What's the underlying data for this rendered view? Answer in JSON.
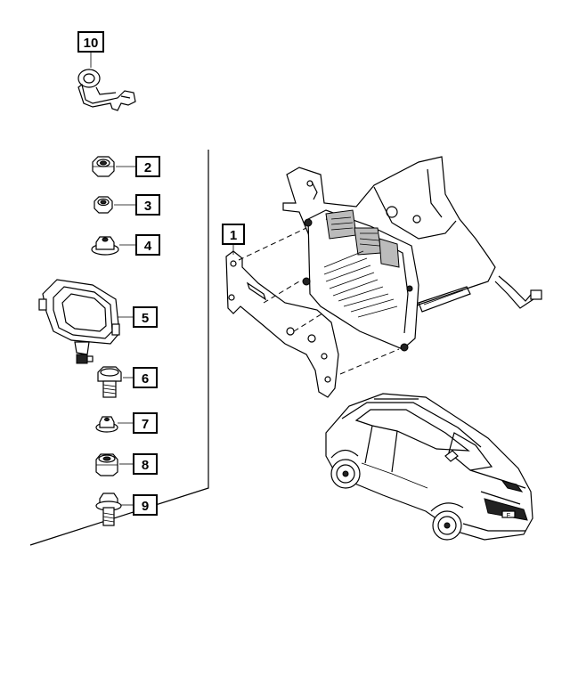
{
  "callouts": [
    {
      "id": "1",
      "label": "1"
    },
    {
      "id": "2",
      "label": "2"
    },
    {
      "id": "3",
      "label": "3"
    },
    {
      "id": "4",
      "label": "4"
    },
    {
      "id": "5",
      "label": "5"
    },
    {
      "id": "6",
      "label": "6"
    },
    {
      "id": "7",
      "label": "7"
    },
    {
      "id": "8",
      "label": "8"
    },
    {
      "id": "9",
      "label": "9"
    },
    {
      "id": "10",
      "label": "10"
    }
  ],
  "vehicle": {
    "plate_text": "E"
  }
}
